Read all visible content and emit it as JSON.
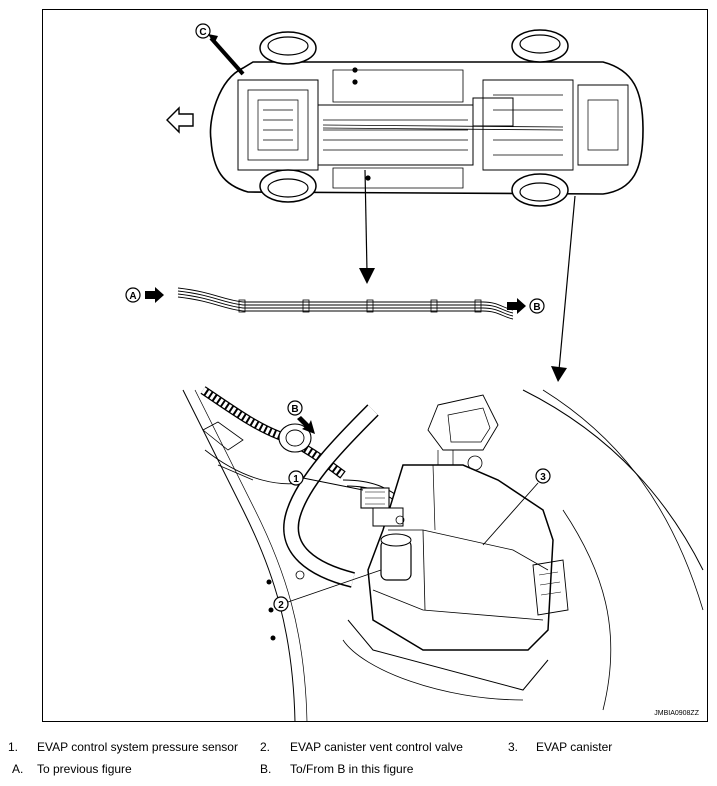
{
  "figure": {
    "figure_id": "JMBIA0908ZZ",
    "callouts": {
      "c": "C",
      "a": "A",
      "b_top": "B",
      "b_detail": "B",
      "n1": "1",
      "n2": "2",
      "n3": "3"
    }
  },
  "legend": {
    "items": [
      {
        "num": "1.",
        "text": "EVAP control system pressure sensor"
      },
      {
        "num": "2.",
        "text": "EVAP canister vent control valve"
      },
      {
        "num": "3.",
        "text": "EVAP canister"
      },
      {
        "num": "A.",
        "text": "To previous figure"
      },
      {
        "num": "B.",
        "text": "To/From B in this figure"
      }
    ]
  }
}
